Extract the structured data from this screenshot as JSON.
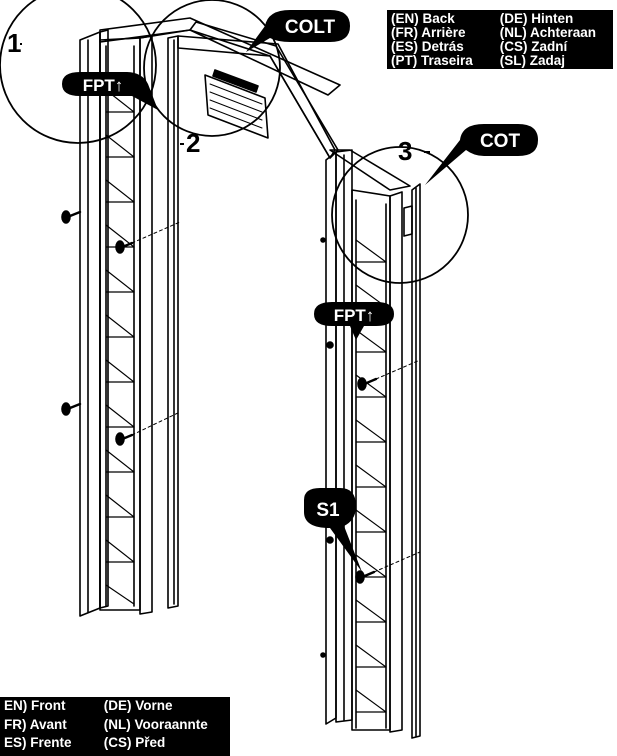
{
  "callouts": {
    "colt": "COLT",
    "fpt_left": "FPT↑",
    "cot": "COT",
    "fpt_right": "FPT↑",
    "s1": "S1"
  },
  "detail_numbers": [
    "1",
    "2",
    "3"
  ],
  "legend_back": [
    {
      "left": "(EN) Back",
      "right": "(DE) Hinten"
    },
    {
      "left": "(FR) Arrière",
      "right": "(NL) Achteraan"
    },
    {
      "left": "(ES) Detrás",
      "right": "(CS) Zadní"
    },
    {
      "left": "(PT) Traseira",
      "right": "(SL)  Zadaj"
    }
  ],
  "legend_front": [
    {
      "left": "EN) Front",
      "right": "(DE) Vorne"
    },
    {
      "left": "FR) Avant",
      "right": "(NL) Vooraannte"
    },
    {
      "left": "ES) Frente",
      "right": "(CS) Před"
    }
  ]
}
